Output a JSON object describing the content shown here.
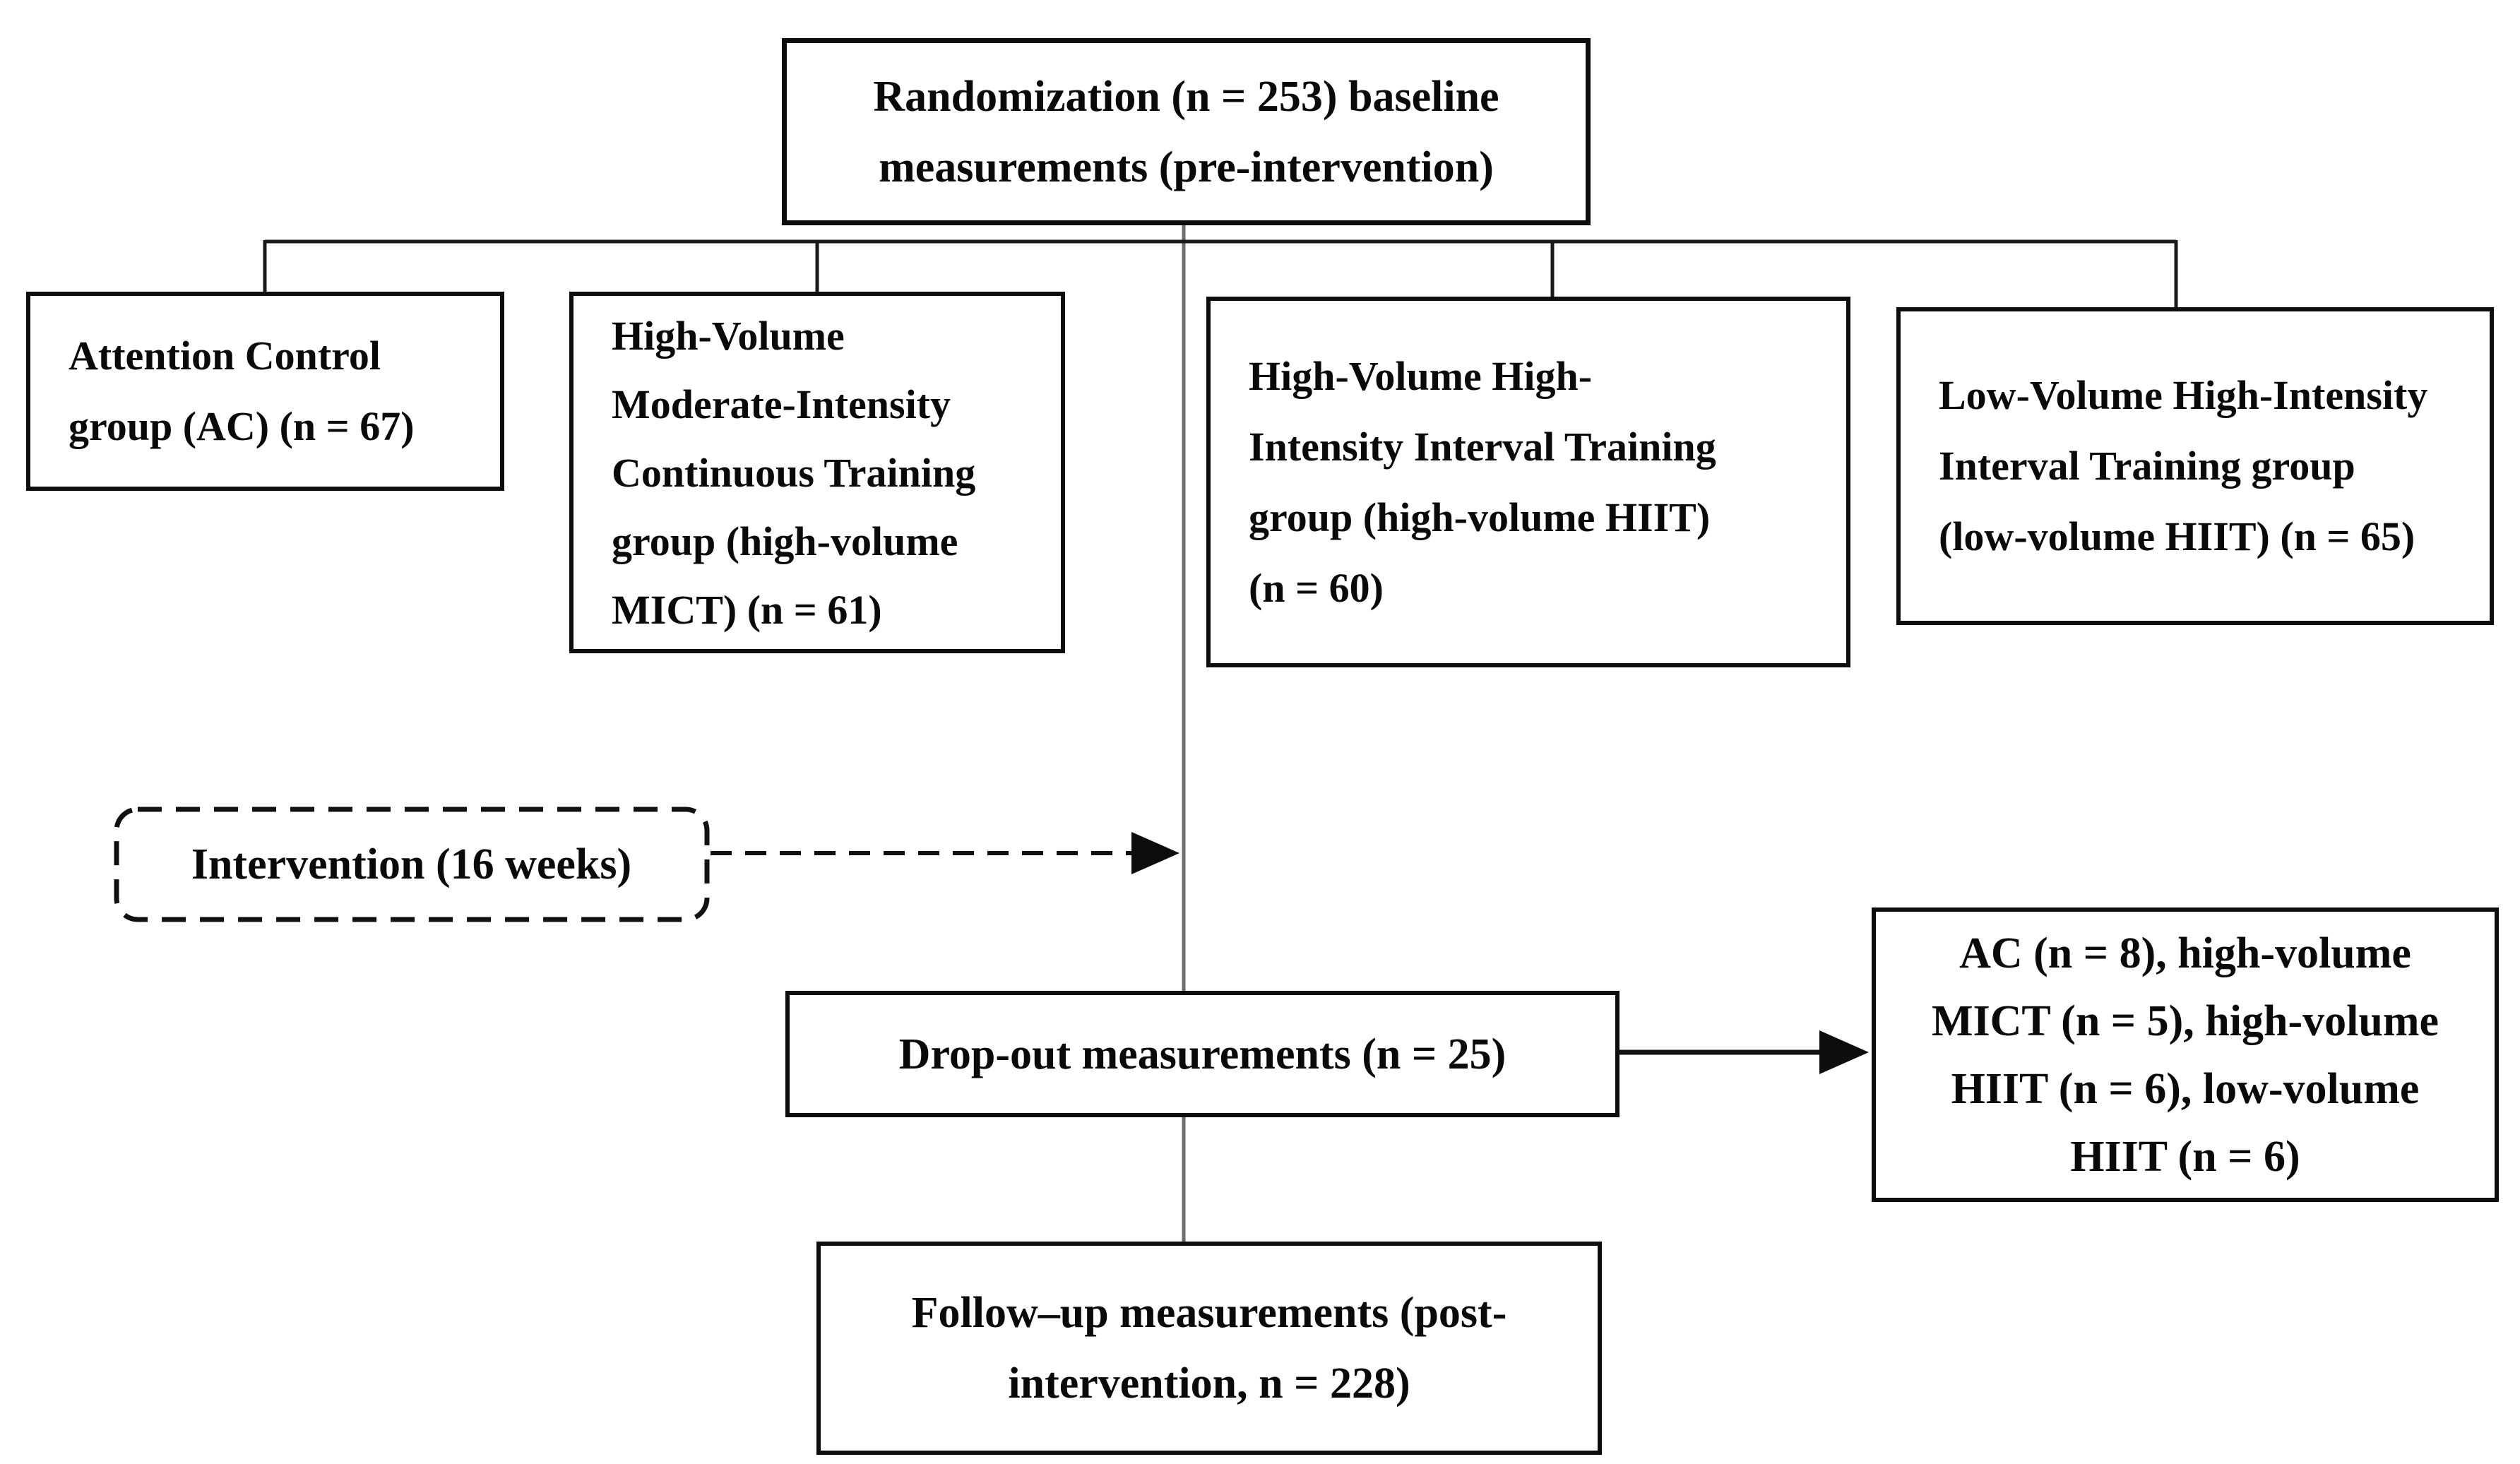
{
  "figure": {
    "kind": "participant-flow-diagram",
    "background": "#ffffff",
    "box_border_color": "#0d0d0d",
    "text_color": "#0a0a0a",
    "connector_color": "#1a1a1a",
    "center_line_color": "#6e6e6e"
  },
  "nodes": {
    "randomization": {
      "lines": [
        "Randomization (n = 253) baseline",
        "measurements (pre-intervention)"
      ],
      "n": 253
    },
    "attention_control": {
      "lines": [
        "Attention Control",
        "group (AC) (n = 67)"
      ],
      "n": 67
    },
    "high_volume_mict": {
      "lines": [
        "High-Volume",
        "Moderate-Intensity",
        "Continuous Training",
        "group (high-volume",
        "MICT) (n = 61)"
      ],
      "n": 61
    },
    "high_volume_hiit": {
      "lines": [
        "High-Volume High-",
        "Intensity Interval Training",
        "group (high-volume HIIT)",
        "(n = 60)"
      ],
      "n": 60
    },
    "low_volume_hiit": {
      "lines": [
        "Low-Volume High-Intensity",
        "Interval Training group",
        "(low-volume HIIT) (n = 65)"
      ],
      "n": 65
    },
    "intervention": {
      "lines": [
        "Intervention (16 weeks)"
      ]
    },
    "dropout": {
      "lines": [
        "Drop-out measurements (n = 25)"
      ],
      "n": 25
    },
    "dropout_detail": {
      "lines": [
        "AC (n = 8), high-volume",
        "MICT (n = 5), high-volume",
        "HIIT (n = 6), low-volume",
        "HIIT (n = 6)"
      ]
    },
    "followup": {
      "lines": [
        "Follow–up measurements (post-",
        "intervention, n = 228)"
      ],
      "n": 228
    }
  }
}
